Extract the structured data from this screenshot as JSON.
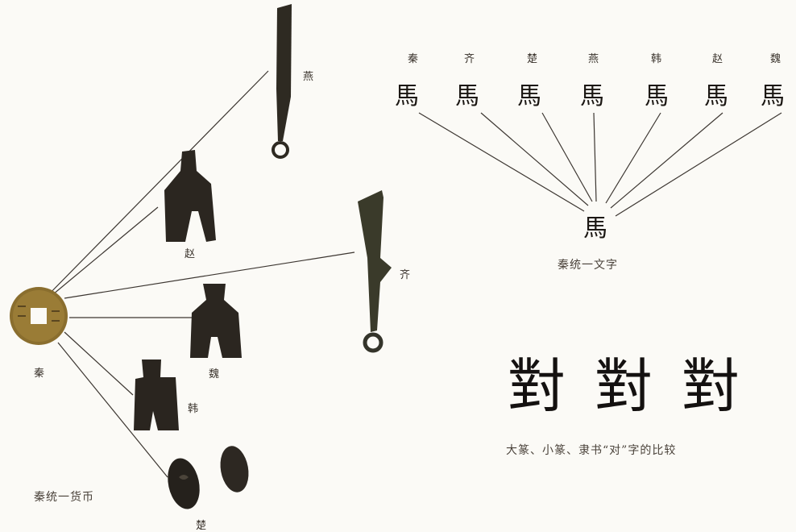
{
  "currency": {
    "center_label": "秦",
    "caption": "秦统一货币",
    "items": [
      {
        "key": "yan",
        "label": "燕"
      },
      {
        "key": "zhao",
        "label": "赵"
      },
      {
        "key": "qi",
        "label": "齐"
      },
      {
        "key": "wei",
        "label": "魏"
      },
      {
        "key": "han",
        "label": "韩"
      },
      {
        "key": "chu",
        "label": "楚"
      }
    ]
  },
  "script": {
    "states": [
      "秦",
      "齐",
      "楚",
      "燕",
      "韩",
      "赵",
      "魏"
    ],
    "glyphs": [
      "馬",
      "馬",
      "馬",
      "馬",
      "馬",
      "馬",
      "馬"
    ],
    "center_glyph": "馬",
    "caption": "秦统一文字"
  },
  "dui": {
    "forms": [
      "對",
      "對",
      "對"
    ],
    "caption": "大篆、小篆、隶书“对”字的比较"
  }
}
